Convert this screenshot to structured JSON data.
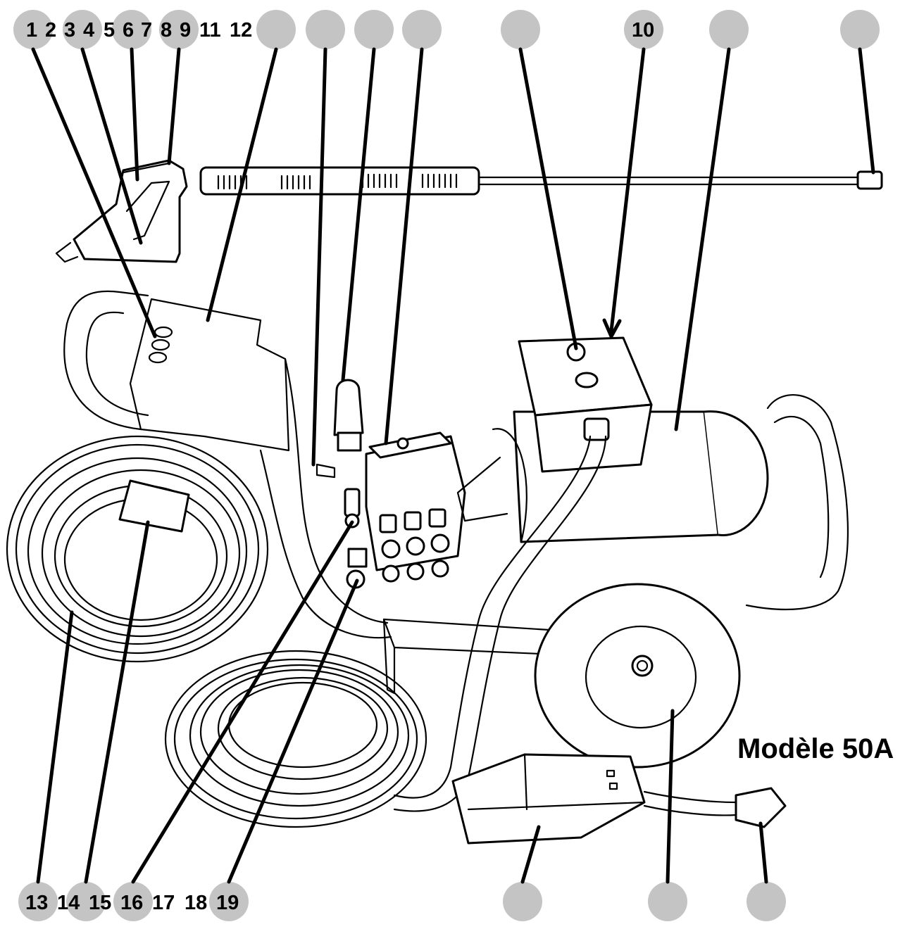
{
  "colors": {
    "callout_circle": "#c4c4c4",
    "line": "#000000",
    "background": "#ffffff"
  },
  "model_label": "Modèle 50A",
  "callouts_top": [
    {
      "id": "c1",
      "label": "1"
    },
    {
      "id": "c2",
      "label": "2"
    },
    {
      "id": "c3",
      "label": "3"
    },
    {
      "id": "c4",
      "label": "4"
    },
    {
      "id": "c5",
      "label": "5"
    },
    {
      "id": "c6",
      "label": "6"
    },
    {
      "id": "c7",
      "label": "7"
    },
    {
      "id": "c8",
      "label": "8"
    },
    {
      "id": "c9",
      "label": "9"
    },
    {
      "id": "c11",
      "label": "11"
    },
    {
      "id": "c12",
      "label": "12"
    },
    {
      "id": "c10",
      "label": "10"
    }
  ],
  "callouts_bottom": [
    {
      "id": "c13",
      "label": "13"
    },
    {
      "id": "c14",
      "label": "14"
    },
    {
      "id": "c15",
      "label": "15"
    },
    {
      "id": "c16",
      "label": "16"
    },
    {
      "id": "c17",
      "label": "17"
    },
    {
      "id": "c18",
      "label": "18"
    },
    {
      "id": "c19",
      "label": "19"
    }
  ]
}
